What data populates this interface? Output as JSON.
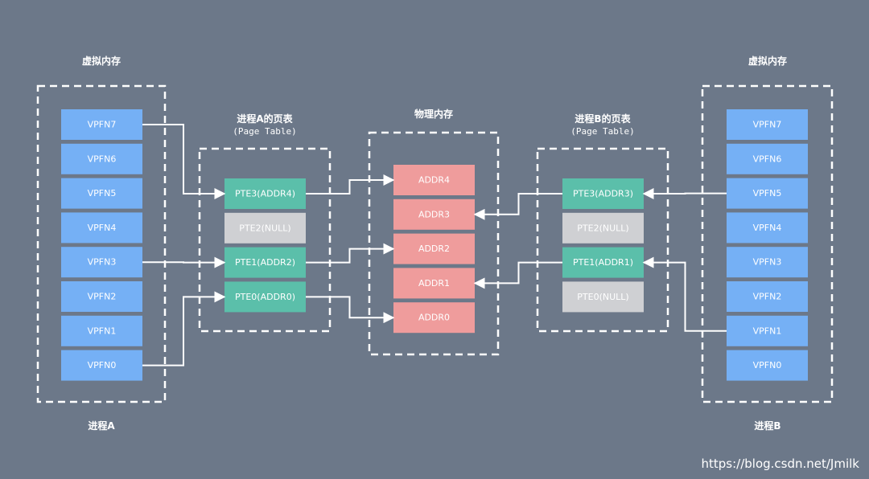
{
  "process_a": {
    "virtual_title": "虚拟内存",
    "name": "进程A",
    "vpfn": [
      "VPFN7",
      "VPFN6",
      "VPFN5",
      "VPFN4",
      "VPFN3",
      "VPFN2",
      "VPFN1",
      "VPFN0"
    ],
    "page_table_title": "进程A的页表",
    "page_table_subtitle": "(Page Table)",
    "pte": [
      {
        "label": "PTE3(ADDR4)",
        "null": false
      },
      {
        "label": "PTE2(NULL)",
        "null": true
      },
      {
        "label": "PTE1(ADDR2)",
        "null": false
      },
      {
        "label": "PTE0(ADDR0)",
        "null": false
      }
    ]
  },
  "physical": {
    "title": "物理内存",
    "addrs": [
      "ADDR4",
      "ADDR3",
      "ADDR2",
      "ADDR1",
      "ADDR0"
    ]
  },
  "process_b": {
    "virtual_title": "虚拟内存",
    "name": "进程B",
    "vpfn": [
      "VPFN7",
      "VPFN6",
      "VPFN5",
      "VPFN4",
      "VPFN3",
      "VPFN2",
      "VPFN1",
      "VPFN0"
    ],
    "page_table_title": "进程B的页表",
    "page_table_subtitle": "(Page Table)",
    "pte": [
      {
        "label": "PTE3(ADDR3)",
        "null": false
      },
      {
        "label": "PTE2(NULL)",
        "null": true
      },
      {
        "label": "PTE1(ADDR1)",
        "null": false
      },
      {
        "label": "PTE0(NULL)",
        "null": true
      }
    ]
  },
  "mappings": {
    "a_vpfn_to_pte": [
      [
        "VPFN7",
        "PTE3(ADDR4)"
      ],
      [
        "VPFN3",
        "PTE1(ADDR2)"
      ],
      [
        "VPFN0",
        "PTE0(ADDR0)"
      ]
    ],
    "a_pte_to_addr": [
      [
        "PTE3(ADDR4)",
        "ADDR4"
      ],
      [
        "PTE1(ADDR2)",
        "ADDR2"
      ],
      [
        "PTE0(ADDR0)",
        "ADDR0"
      ]
    ],
    "b_vpfn_to_pte": [
      [
        "VPFN5",
        "PTE3(ADDR3)"
      ],
      [
        "VPFN1",
        "PTE1(ADDR1)"
      ]
    ],
    "b_pte_to_addr": [
      [
        "PTE3(ADDR3)",
        "ADDR3"
      ],
      [
        "PTE1(ADDR1)",
        "ADDR1"
      ]
    ]
  },
  "colors": {
    "background": "#6c7889",
    "vpfn": "#75b0f5",
    "pte": "#5bbfaa",
    "pte_null": "#cfd0d3",
    "addr": "#ef9c9c"
  },
  "watermark": "https://blog.csdn.net/Jmilk"
}
